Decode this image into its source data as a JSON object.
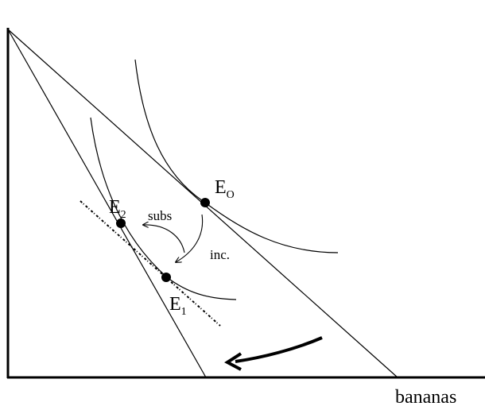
{
  "diagram": {
    "x_axis_label": "bananas",
    "points": [
      {
        "id": "E0",
        "letter": "E",
        "subscript": "O"
      },
      {
        "id": "E2",
        "letter": "E",
        "subscript": "2"
      },
      {
        "id": "E1",
        "letter": "E",
        "subscript": "1"
      }
    ],
    "arrows": {
      "substitution_label": "subs",
      "income_label": "inc."
    }
  }
}
